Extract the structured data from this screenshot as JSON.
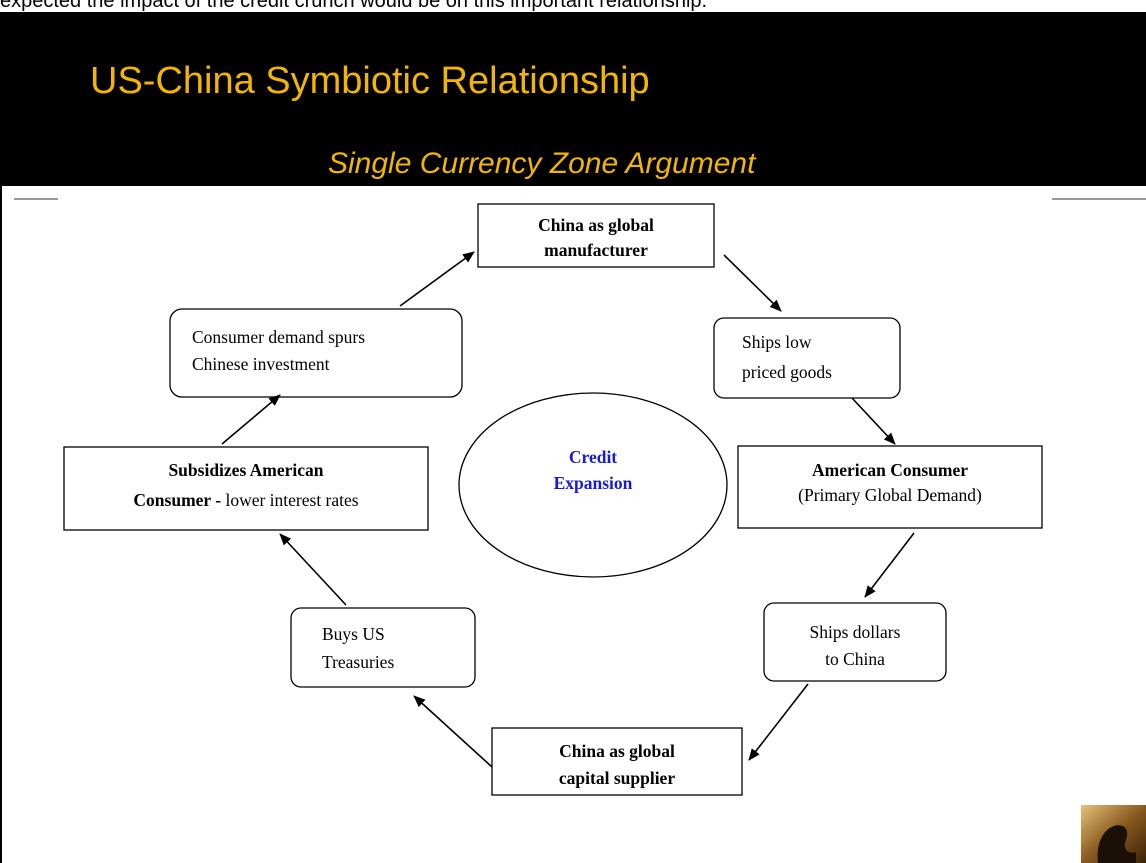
{
  "header": {
    "top_text": "expected the impact of the credit crunch would be on this important relationship.",
    "title": "US-China Symbiotic Relationship",
    "subtitle": "Single Currency Zone Argument"
  },
  "diagram": {
    "center": {
      "line1": "Credit",
      "line2": "Expansion"
    },
    "nodes": {
      "china_manufacturer": [
        "China as global",
        "manufacturer"
      ],
      "ships_goods": [
        "Ships low",
        "priced goods"
      ],
      "american_consumer": [
        "American Consumer",
        "(Primary Global Demand)"
      ],
      "ships_dollars": [
        "Ships dollars",
        "to China"
      ],
      "china_capital": [
        "China as global",
        "capital supplier"
      ],
      "buys_treasuries": [
        "Buys US",
        "Treasuries"
      ],
      "subsidizes": {
        "bold": "Subsidizes American",
        "bold2": "Consumer - ",
        "normal": "lower interest rates"
      },
      "consumer_demand": [
        "Consumer demand spurs",
        "Chinese investment"
      ]
    }
  },
  "colors": {
    "title": "#f2b600",
    "band": "#000000",
    "center_text": "#1a1ad4"
  },
  "icons": {
    "logo": "black-swan-logo"
  }
}
